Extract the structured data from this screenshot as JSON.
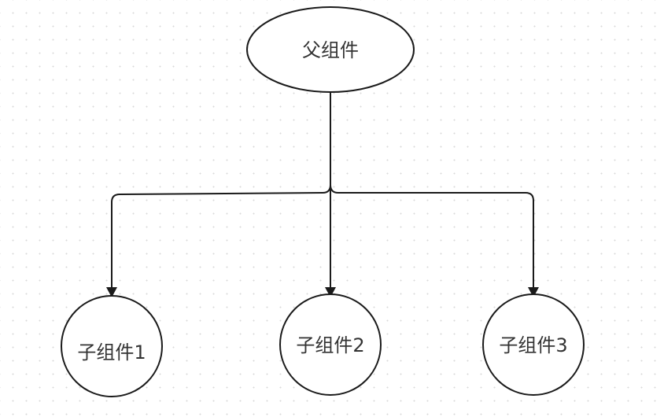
{
  "diagram": {
    "parent": {
      "label": "父组件"
    },
    "children": [
      {
        "label": "子组件1"
      },
      {
        "label": "子组件2"
      },
      {
        "label": "子组件3"
      }
    ]
  }
}
